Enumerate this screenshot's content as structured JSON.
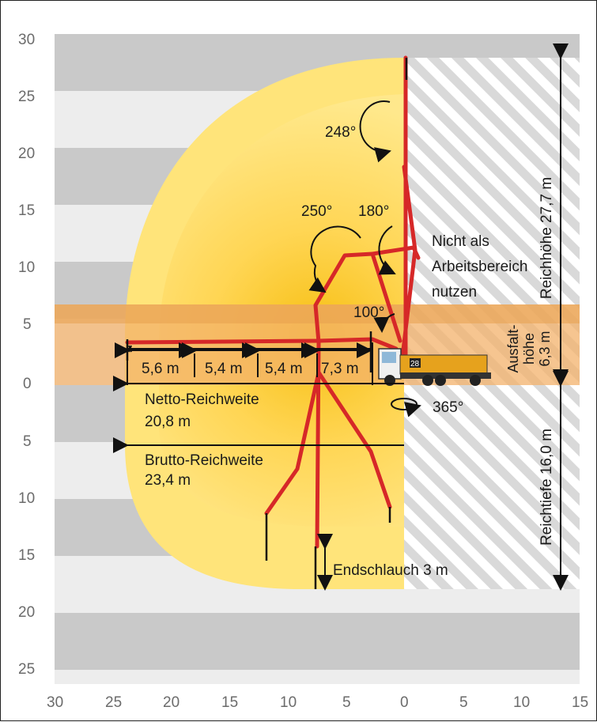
{
  "axes": {
    "y_top_ticks": [
      "30",
      "25",
      "20",
      "15",
      "10",
      "5",
      "0"
    ],
    "y_bottom_ticks": [
      "5",
      "10",
      "15",
      "20",
      "25"
    ],
    "x_ticks": [
      "30",
      "25",
      "20",
      "15",
      "10",
      "5",
      "0",
      "5",
      "10",
      "15"
    ]
  },
  "angles": {
    "a248": "248°",
    "a250": "250°",
    "a180": "180°",
    "a100": "100°",
    "a365": "365°"
  },
  "no_work_zone": {
    "line1": "Nicht als",
    "line2": "Arbeitsbereich",
    "line3": "nutzen"
  },
  "segments": [
    "5,6 m",
    "5,4 m",
    "5,4 m",
    "7,3 m"
  ],
  "net_reach": {
    "label": "Netto-Reichweite",
    "value": "20,8 m"
  },
  "gross_reach": {
    "label": "Brutto-Reichweite",
    "value": "23,4 m"
  },
  "end_hose": "Endschlauch 3 m",
  "vertical_height": "Reichhöhe 27,7 m",
  "vertical_depth": "Reichtiefe 16,0 m",
  "unfold_height": {
    "line1": "Ausfalt-",
    "line2": "höhe",
    "line3": "6,3 m"
  },
  "truck_number": "28",
  "colors": {
    "band_dark": "#c9c9c9",
    "band_light": "#ededed",
    "zone_yellow": "#ffe57a",
    "zone_core": "#f7c948",
    "orange_band": "#f2b77a",
    "boom_red": "#d62828",
    "hatch": "#d5d5d5"
  }
}
